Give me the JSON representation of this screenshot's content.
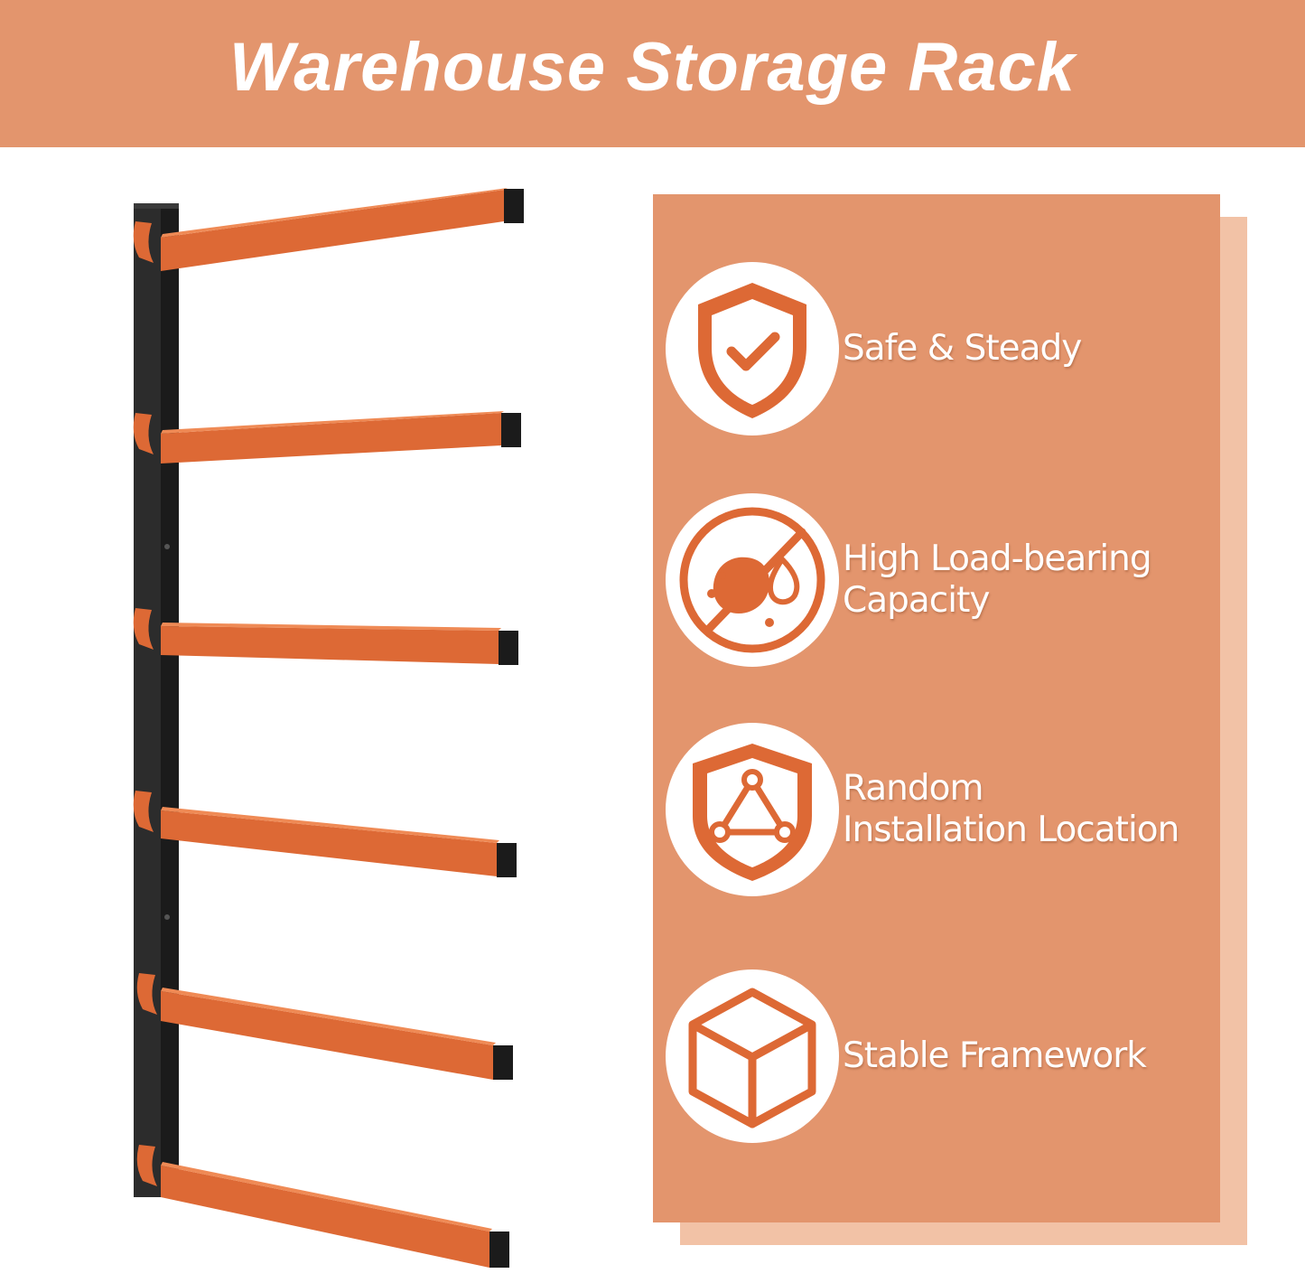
{
  "header": {
    "title": "Warehouse Storage Rack"
  },
  "colors": {
    "banner": "#e3956d",
    "panel": "#e3956d",
    "panel_shadow": "#f2c2a6",
    "rack_arm": "#dd6935",
    "rack_post": "#1b1b1b",
    "icon": "#dd6935"
  },
  "rack": {
    "arm_count": 6
  },
  "features": [
    {
      "icon": "shield-check-icon",
      "lines": [
        "Safe & Steady"
      ]
    },
    {
      "icon": "no-water-icon",
      "lines": [
        "High Load-bearing",
        "Capacity"
      ]
    },
    {
      "icon": "shield-triangle-icon",
      "lines": [
        "Random",
        "Installation Location"
      ]
    },
    {
      "icon": "cube-icon",
      "lines": [
        "Stable Framework"
      ]
    }
  ]
}
